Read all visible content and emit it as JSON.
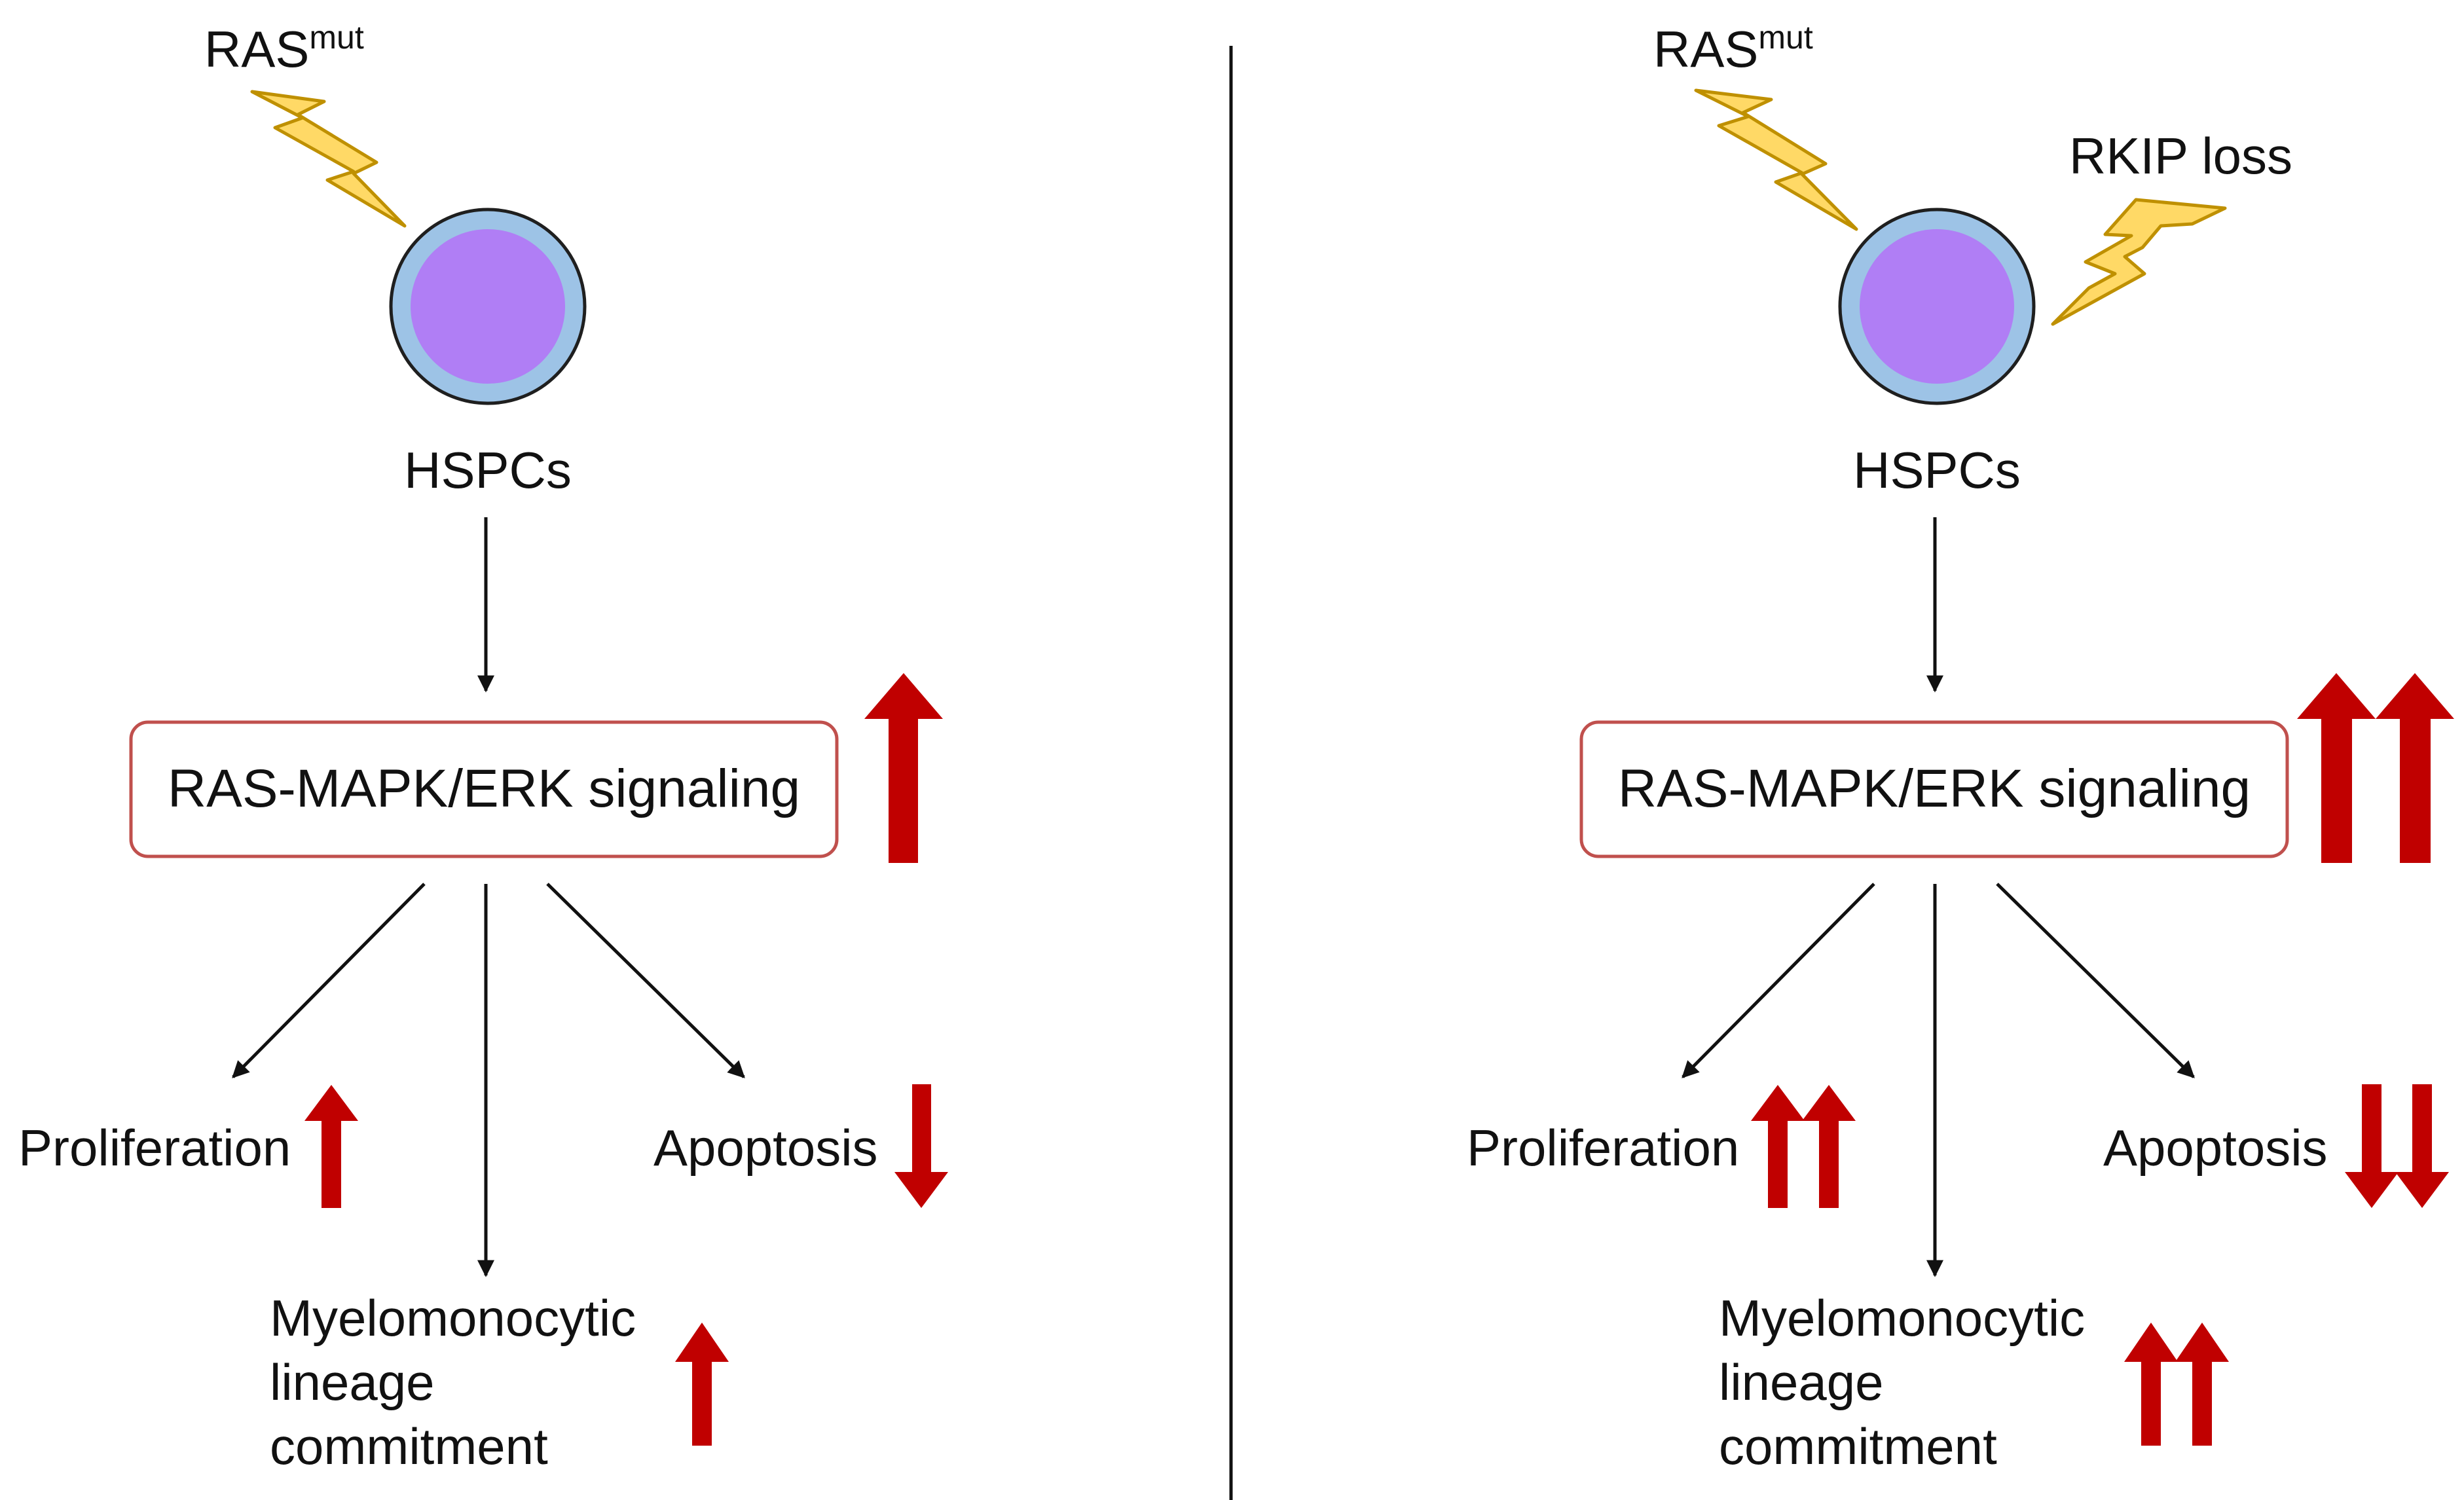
{
  "colors": {
    "arrow_up_down": "#c00000",
    "box_border": "#c0504d",
    "bolt_fill": "#ffd966",
    "bolt_stroke": "#bf9000",
    "cell_outer": "#9dc3e6",
    "cell_inner": "#b07ef5",
    "line": "#111111"
  },
  "left_panel": {
    "trigger": {
      "base": "RAS",
      "sup": "mut"
    },
    "cell_label": "HSPCs",
    "signaling_label": "RAS-MAPK/ERK signaling",
    "signaling_change": "up",
    "signaling_arrow_count": 1,
    "outcomes": {
      "proliferation": {
        "label": "Proliferation",
        "direction": "up",
        "count": 1
      },
      "apoptosis": {
        "label": "Apoptosis",
        "direction": "down",
        "count": 1
      },
      "lineage": {
        "line1": "Myelomonocytic",
        "line2": "lineage",
        "line3": "commitment",
        "direction": "up",
        "count": 1
      }
    }
  },
  "right_panel": {
    "trigger": {
      "base": "RAS",
      "sup": "mut"
    },
    "second_trigger": "RKIP loss",
    "cell_label": "HSPCs",
    "signaling_label": "RAS-MAPK/ERK signaling",
    "signaling_change": "up",
    "signaling_arrow_count": 2,
    "outcomes": {
      "proliferation": {
        "label": "Proliferation",
        "direction": "up",
        "count": 2
      },
      "apoptosis": {
        "label": "Apoptosis",
        "direction": "down",
        "count": 2
      },
      "lineage": {
        "line1": "Myelomonocytic",
        "line2": "lineage",
        "line3": "commitment",
        "direction": "up",
        "count": 2
      }
    }
  }
}
